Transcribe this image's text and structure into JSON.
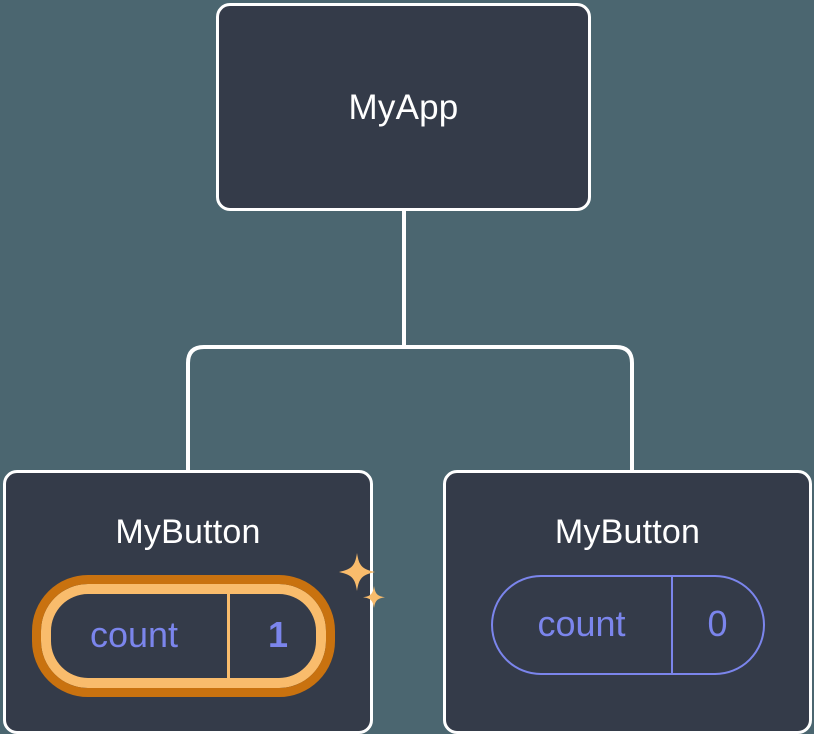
{
  "diagram": {
    "type": "component-tree",
    "title": "React component tree with state",
    "background_color": "#4b6670",
    "node_fill": "#343b49",
    "node_border": "#ffffff",
    "connector_color": "#ffffff",
    "state_color": "#7b85ec",
    "highlight_outer_color": "#c9720f",
    "highlight_inner_color": "#f9bc6c",
    "sparkle_color": "#f9bc6c"
  },
  "root": {
    "label": "MyApp"
  },
  "children": [
    {
      "label": "MyButton",
      "state": {
        "key": "count",
        "value": "1"
      },
      "highlighted": true,
      "sparkles": true
    },
    {
      "label": "MyButton",
      "state": {
        "key": "count",
        "value": "0"
      },
      "highlighted": false,
      "sparkles": false
    }
  ]
}
